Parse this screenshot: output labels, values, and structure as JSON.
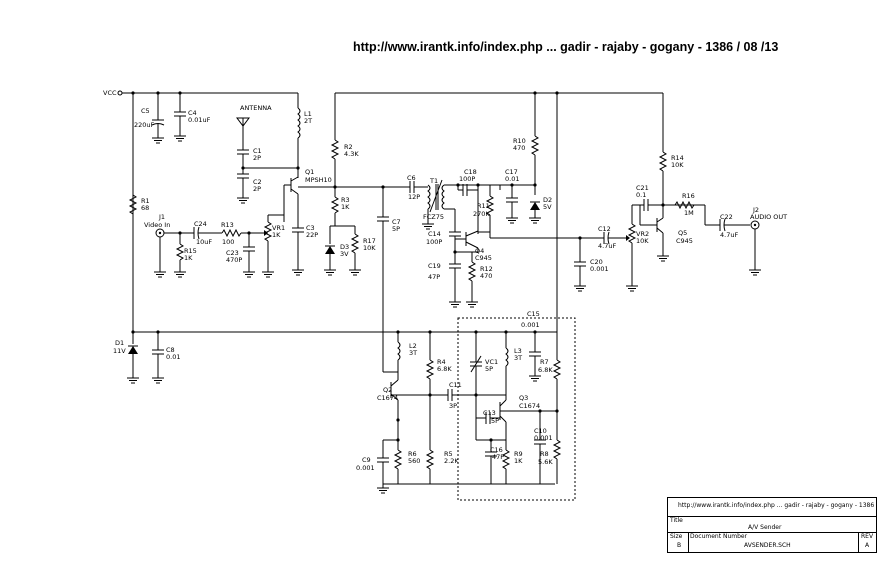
{
  "header": {
    "url_text": "http://www.irantk.info/index.php ... gadir - rajaby - gogany - 1386 / 08 /13"
  },
  "nets": {
    "vcc": "VCC"
  },
  "labels": {
    "antenna": "ANTENNA",
    "video_in": "Video In",
    "audio_out": "AUDIO OUT",
    "c5_name": "C5",
    "c5_val": "220uF",
    "c4_name": "C4",
    "c4_val": "0.01uF",
    "l1_name": "L1",
    "l1_val": "2T",
    "c1_name": "C1",
    "c1_val": "2P",
    "c2_name": "C2",
    "c2_val": "2P",
    "q1_name": "Q1",
    "q1_val": "MPSH10",
    "r1_name": "R1",
    "r1_val": "68",
    "j1_name": "J1",
    "c24_name": "C24",
    "c24_val": "10uF",
    "r13_name": "R13",
    "r13_val": "100",
    "vr1_name": "VR1",
    "vr1_val": "1K",
    "c3_name": "C3",
    "c3_val": "22P",
    "r15_name": "R15",
    "r15_val": "1K",
    "c23_name": "C23",
    "c23_val": "470P",
    "r2_name": "R2",
    "r2_val": "4.3K",
    "r3_name": "R3",
    "r3_val": "1K",
    "d3_name": "D3",
    "d3_val": "3V",
    "r17_name": "R17",
    "r17_val": "10K",
    "c6_name": "C6",
    "c6_val": "12P",
    "t1_name": "T1",
    "t1_val": "FCZ75",
    "c7_name": "C7",
    "c7_val": "5P",
    "c18_name": "C18",
    "c18_val": "100P",
    "r11_name": "R11",
    "r11_val": "270K",
    "c14_name": "C14",
    "c14_val": "100P",
    "q4_name": "Q4",
    "q4_val": "C945",
    "c19_name": "C19",
    "c19_val": "47P",
    "r12_name": "R12",
    "r12_val": "470",
    "r10_name": "R10",
    "r10_val": "470",
    "c17_name": "C17",
    "c17_val": "0.01",
    "d2_name": "D2",
    "d2_val": "5V",
    "c20_name": "C20",
    "c20_val": "0.001",
    "c12_name": "C12",
    "c12_val": "4.7uF",
    "vr2_name": "VR2",
    "vr2_val": "10K",
    "r14_name": "R14",
    "r14_val": "10K",
    "c21_name": "C21",
    "c21_val": "0.1",
    "r16_name": "R16",
    "r16_val": "1M",
    "q5_name": "Q5",
    "q5_val": "C945",
    "c22_name": "C22",
    "c22_val": "4.7uF",
    "j2_name": "J2",
    "d1_name": "D1",
    "d1_val": "11V",
    "c8_name": "C8",
    "c8_val": "0.01",
    "c15_name": "C15",
    "c15_val": "0.001",
    "l2_name": "L2",
    "l2_val": "3T",
    "r4_name": "R4",
    "r4_val": "6.8K",
    "vc1_name": "VC1",
    "vc1_val": "5P",
    "l3_name": "L3",
    "l3_val": "3T",
    "r7_name": "R7",
    "r7_val": "6.8K",
    "q2_name": "Q2",
    "q2_val": "C1674",
    "c11_name": "C11",
    "c11_val": "3P",
    "q3_name": "Q3",
    "q3_val": "C1674",
    "c13_name": "C13",
    "c13_val": "5P",
    "c10_name": "C10",
    "c10_val": "0.001",
    "c16_name": "C16",
    "c16_val": "47P",
    "r9_name": "R9",
    "r9_val": "1K",
    "r8_name": "R8",
    "r8_val": "5.6K",
    "c9_name": "C9",
    "c9_val": "0.001",
    "r6_name": "R6",
    "r6_val": "560",
    "r5_name": "R5",
    "r5_val": "2.2K"
  },
  "title_block": {
    "url_text": "http://www.irantk.info/index.php ... gadir - rajaby - gogany - 1386",
    "title_label": "Title",
    "title_value": "A/V Sender",
    "size_label": "Size",
    "size_value": "B",
    "docnum_label": "Document Number",
    "docnum_value": "AVSENDER.SCH",
    "rev_label": "REV",
    "rev_value": "A"
  }
}
